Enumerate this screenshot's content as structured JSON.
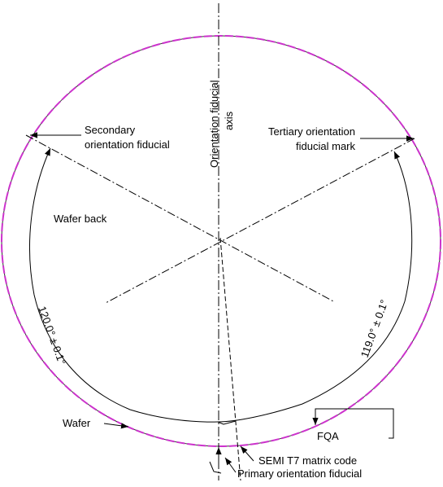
{
  "labels": {
    "axis_line1": "Orientation fiducial",
    "axis_line2": "axis",
    "secondary_line1": "Secondary",
    "secondary_line2": "orientation fiducial",
    "tertiary_line1": "Tertiary orientation",
    "tertiary_line2": "fiducial mark",
    "wafer_back": "Wafer back",
    "angle_left": "120.0° ± 0.1°",
    "angle_right": "119.0° ± 0.1°",
    "wafer": "Wafer",
    "fqa": "FQA",
    "semi_code": "SEMI T7 matrix code",
    "primary": "Primary orientation fiducial"
  },
  "colors": {
    "wafer_outline": "#cc33cc",
    "wafer_outline_secondary": "#333333",
    "line": "#000000"
  }
}
